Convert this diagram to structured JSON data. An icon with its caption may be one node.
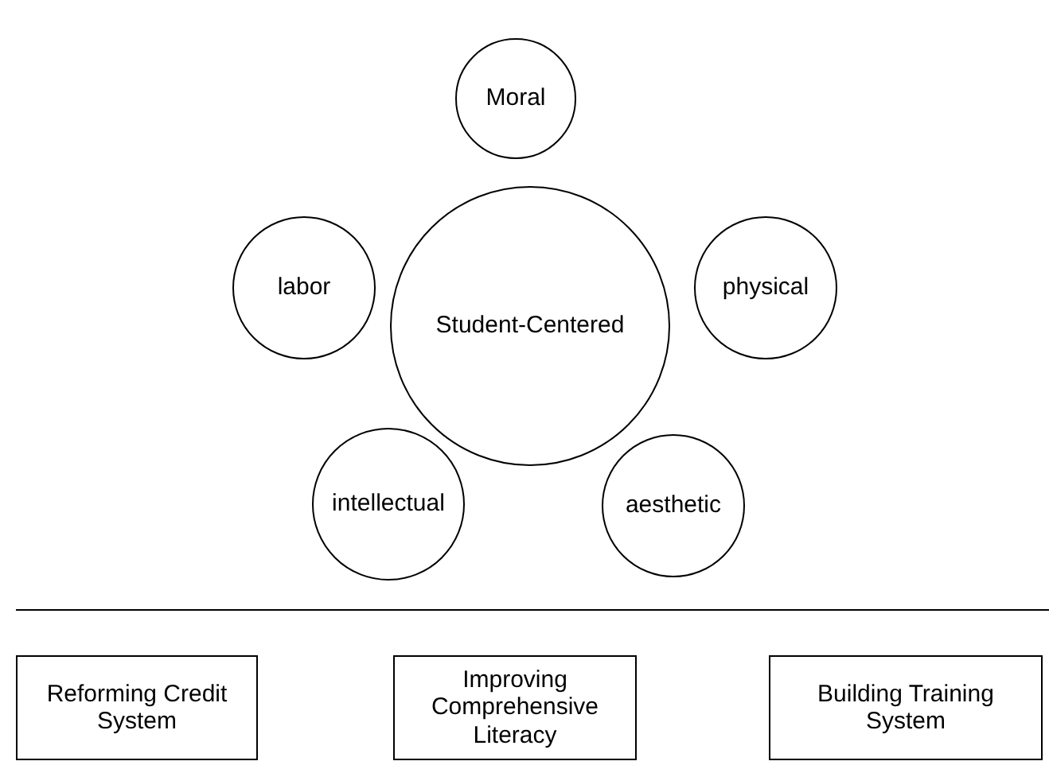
{
  "diagram": {
    "nodes": [
      {
        "text": [
          "Moral"
        ]
      },
      {
        "text": [
          "labor"
        ]
      },
      {
        "text": [
          "Student-Centered"
        ]
      },
      {
        "text": [
          "physical"
        ]
      },
      {
        "text": [
          "intellectual"
        ]
      },
      {
        "text": [
          "aesthetic"
        ]
      },
      {
        "text": [
          "Reforming Credit System"
        ]
      },
      {
        "text": [
          "Improving Comprehensive Literacy"
        ]
      },
      {
        "text": [
          "Building Training System"
        ]
      }
    ]
  }
}
